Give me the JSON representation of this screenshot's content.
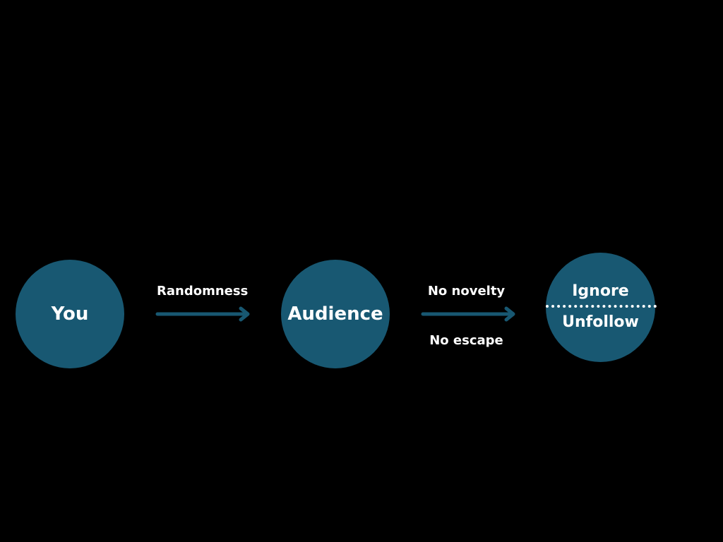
{
  "diagram": {
    "nodes": [
      {
        "id": "you",
        "label": "You"
      },
      {
        "id": "audience",
        "label": "Audience"
      },
      {
        "id": "outcome",
        "top_label": "Ignore",
        "bottom_label": "Unfollow"
      }
    ],
    "edges": [
      {
        "from": "you",
        "to": "audience",
        "labels": [
          "Randomness"
        ]
      },
      {
        "from": "audience",
        "to": "outcome",
        "labels": [
          "No novelty",
          "No escape"
        ]
      }
    ],
    "colors": {
      "background": "#000000",
      "node_fill": "#185872",
      "arrow": "#185872",
      "text": "#ffffff"
    }
  }
}
